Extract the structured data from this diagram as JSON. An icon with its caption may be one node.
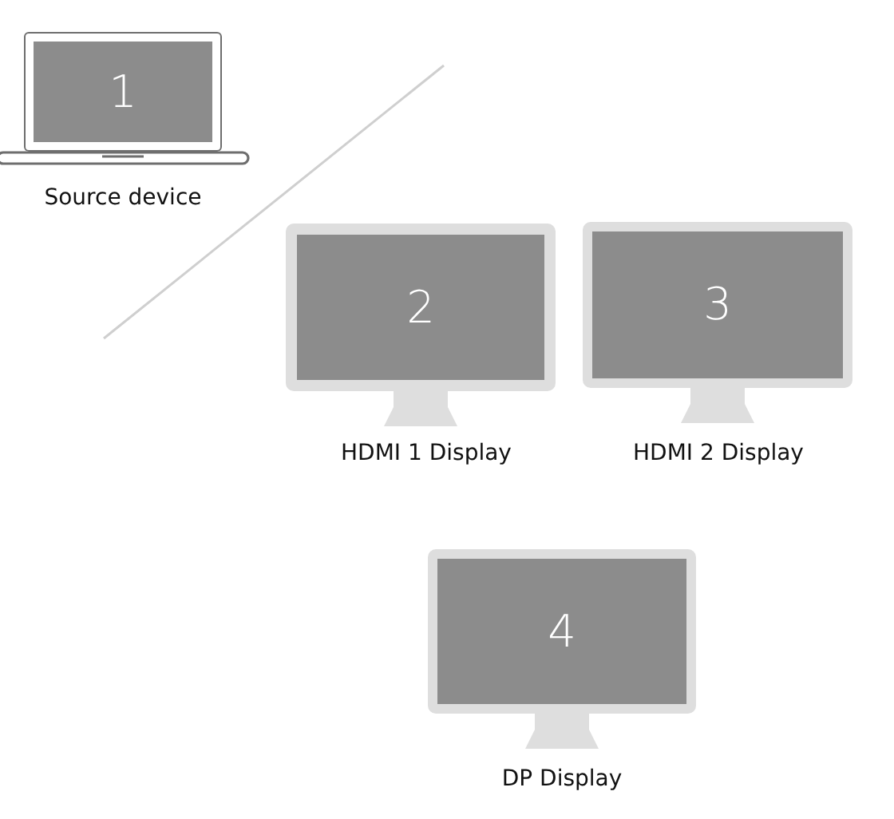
{
  "diagram": {
    "nodes": [
      {
        "text": [
          "1"
        ],
        "beside": [
          "Source device"
        ]
      },
      {
        "text": [
          "2"
        ],
        "beside": [
          "HDMI 1 Display"
        ]
      },
      {
        "text": [
          "3"
        ],
        "beside": [
          "HDMI 2 Display"
        ]
      },
      {
        "text": [
          "4"
        ],
        "beside": [
          "DP Display"
        ]
      }
    ]
  }
}
